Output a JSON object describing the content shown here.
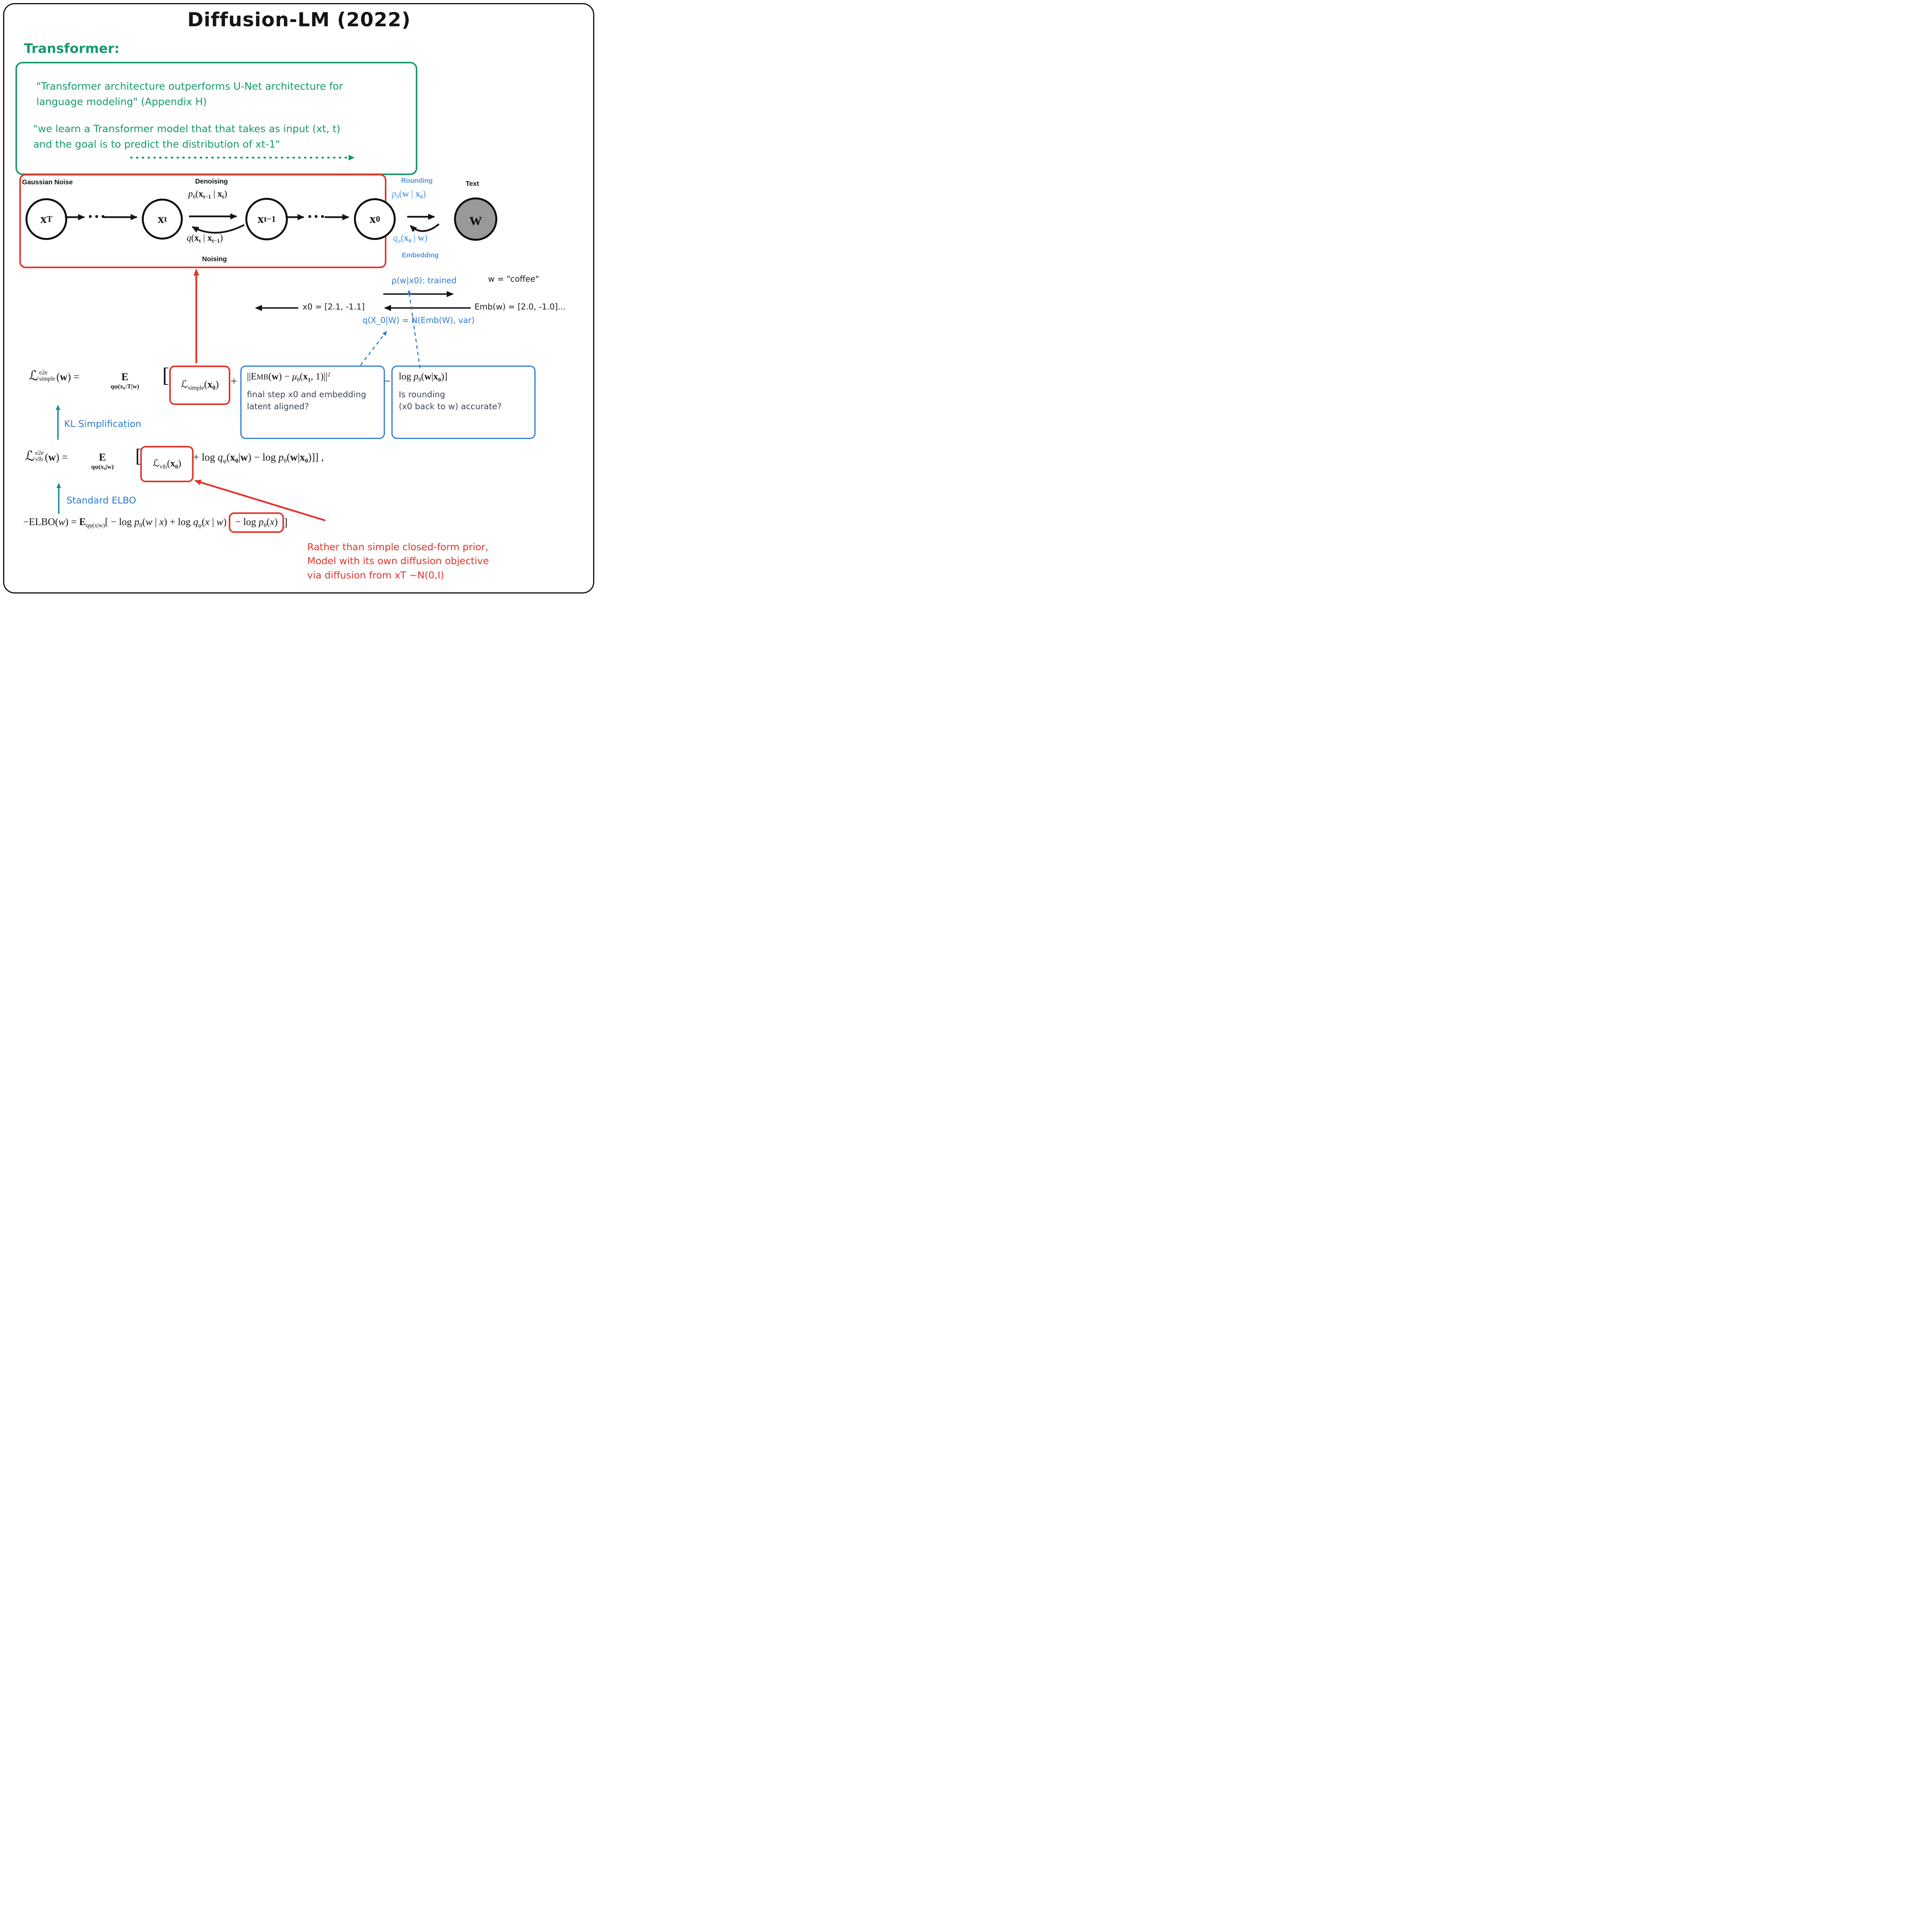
{
  "page": {
    "title": "Diffusion-LM (2022)"
  },
  "colors": {
    "green": "#169a6b",
    "figure_blue": "#4a99e9",
    "hand_blue": "#2b7bd3",
    "red": "#e23329",
    "teal": "#17899a",
    "note_slate": "#3a4350",
    "node_gray": "#999999"
  },
  "transformer": {
    "label": "Transformer:",
    "quote1": "\"Transformer architecture outperforms U-Net architecture for\nlanguage modeling\" (Appendix H)",
    "quote2": "\"we learn a Transformer model that that takes as input (xt, t)\nand the goal is to predict the distribution of xt-1\""
  },
  "diagram": {
    "gaussian_noise": "Gaussian Noise",
    "denoising": "Denoising",
    "noising": "Noising",
    "rounding": "Rounding",
    "embedding": "Embedding",
    "text_label": "Text",
    "dots": "•••",
    "nodes": [
      {
        "base": "x",
        "sub": "T"
      },
      {
        "base": "x",
        "sub": "t"
      },
      {
        "base": "x",
        "sub": "t−1"
      },
      {
        "base": "x",
        "sub": "0"
      },
      {
        "base": "w",
        "sub": ""
      }
    ],
    "p_denoise": [
      {
        "t": "p",
        "s": "i"
      },
      {
        "t": "θ",
        "s": "sub"
      },
      {
        "t": "("
      },
      {
        "t": "x",
        "s": "b"
      },
      {
        "t": "t−1",
        "s": "sub b"
      },
      {
        "t": " | "
      },
      {
        "t": "x",
        "s": "b"
      },
      {
        "t": "t",
        "s": "sub b"
      },
      {
        "t": ")"
      }
    ],
    "q_noise": [
      {
        "t": "q",
        "s": "i"
      },
      {
        "t": "("
      },
      {
        "t": "x",
        "s": "b"
      },
      {
        "t": "t",
        "s": "sub b"
      },
      {
        "t": " | "
      },
      {
        "t": "x",
        "s": "b"
      },
      {
        "t": "t−1",
        "s": "sub b"
      },
      {
        "t": ")"
      }
    ],
    "p_round": [
      {
        "t": "p",
        "s": "i"
      },
      {
        "t": "θ",
        "s": "sub"
      },
      {
        "t": "("
      },
      {
        "t": "w",
        "s": "b"
      },
      {
        "t": " | "
      },
      {
        "t": "x",
        "s": "b"
      },
      {
        "t": "0",
        "s": "sub b"
      },
      {
        "t": ")"
      }
    ],
    "q_embed": [
      {
        "t": "q",
        "s": "i"
      },
      {
        "t": "φ",
        "s": "sub"
      },
      {
        "t": "("
      },
      {
        "t": "x",
        "s": "b"
      },
      {
        "t": "0",
        "s": "sub b"
      },
      {
        "t": " | "
      },
      {
        "t": "w",
        "s": "b"
      },
      {
        "t": ")"
      }
    ]
  },
  "annotations": {
    "rho_trained": "ρ(w|x0): trained",
    "w_coffee": "w = \"coffee\"",
    "x0_value": "x0 = [2.1, -1.1]",
    "emb_value": "Emb(w) = [2.0, -1.0]...",
    "q_x0_w": "q(X_0|W) = N(Emb(W), var)",
    "kl_simplification": "KL Simplification",
    "standard_elbo": "Standard ELBO",
    "final_step_note": "final step x0 and embedding\nlatent aligned?",
    "is_rounding_note": "Is rounding\n(x0 back to w) accurate?",
    "prior_note": "Rather than simple closed-form prior,\nModel with its own diffusion objective\nvia diffusion from xT ~N(0,I)"
  },
  "equations": {
    "simple": {
      "head": [
        {
          "s": "lstack",
          "base": "ℒ",
          "sup": "e2e",
          "sub": "simple"
        },
        {
          "t": "("
        },
        {
          "t": "w",
          "s": "b"
        },
        {
          "t": ") ="
        }
      ],
      "expect": [
        {
          "s": "estack",
          "top": "E",
          "bot": "qφ(x₀:T|w)"
        }
      ],
      "bracket": "[",
      "red_term": [
        {
          "t": "ℒ"
        },
        {
          "t": "simple",
          "s": "sub"
        },
        {
          "t": "("
        },
        {
          "t": "x",
          "s": "b"
        },
        {
          "t": "0",
          "s": "sub b"
        },
        {
          "t": ")"
        }
      ],
      "plus": "+",
      "emb_term": [
        {
          "t": "||"
        },
        {
          "t": "E"
        },
        {
          "t": "MB",
          "s": "sc"
        },
        {
          "t": "("
        },
        {
          "t": "w",
          "s": "b"
        },
        {
          "t": ") − "
        },
        {
          "t": "μ",
          "s": "i"
        },
        {
          "t": "θ",
          "s": "sub"
        },
        {
          "t": "("
        },
        {
          "t": "x",
          "s": "b"
        },
        {
          "t": "1",
          "s": "sub b"
        },
        {
          "t": ", 1)||"
        },
        {
          "t": "2",
          "s": "sup"
        }
      ],
      "minus": "−",
      "round_term": [
        {
          "t": "log "
        },
        {
          "t": "p",
          "s": "i"
        },
        {
          "t": "θ",
          "s": "sub"
        },
        {
          "t": "("
        },
        {
          "t": "w",
          "s": "b"
        },
        {
          "t": "|"
        },
        {
          "t": "x",
          "s": "b"
        },
        {
          "t": "0",
          "s": "sub b"
        },
        {
          "t": ")]"
        }
      ]
    },
    "vlb": {
      "head": [
        {
          "s": "lstack",
          "base": "ℒ",
          "sup": "e2e",
          "sub": "vlb"
        },
        {
          "t": "("
        },
        {
          "t": "w",
          "s": "b"
        },
        {
          "t": ") ="
        }
      ],
      "expect": [
        {
          "s": "estack",
          "top": "E",
          "bot": "qφ(x₀|w)"
        }
      ],
      "bracket": "[",
      "red_term": [
        {
          "t": "ℒ"
        },
        {
          "t": "vlb",
          "s": "sub"
        },
        {
          "t": "("
        },
        {
          "t": "x",
          "s": "b"
        },
        {
          "t": "0",
          "s": "sub b"
        },
        {
          "t": ")"
        }
      ],
      "rest": [
        {
          "t": " + log "
        },
        {
          "t": "q",
          "s": "i"
        },
        {
          "t": "φ",
          "s": "sub"
        },
        {
          "t": "("
        },
        {
          "t": "x",
          "s": "b"
        },
        {
          "t": "0",
          "s": "sub b"
        },
        {
          "t": "|"
        },
        {
          "t": "w",
          "s": "b"
        },
        {
          "t": ") − log "
        },
        {
          "t": "p",
          "s": "i"
        },
        {
          "t": "θ",
          "s": "sub"
        },
        {
          "t": "("
        },
        {
          "t": "w",
          "s": "b"
        },
        {
          "t": "|"
        },
        {
          "t": "x",
          "s": "b"
        },
        {
          "t": "0",
          "s": "sub b"
        },
        {
          "t": ")]] ,"
        }
      ]
    },
    "elbo": {
      "head": [
        {
          "t": "−ELBO("
        },
        {
          "t": "w",
          "s": "i"
        },
        {
          "t": ") = "
        },
        {
          "t": "E",
          "s": "b"
        },
        {
          "t": "qφ(x|w)",
          "s": "sub"
        },
        {
          "t": "["
        },
        {
          "t": " − log "
        },
        {
          "t": "p",
          "s": "i"
        },
        {
          "t": "θ",
          "s": "sub"
        },
        {
          "t": "("
        },
        {
          "t": "w",
          "s": "i"
        },
        {
          "t": " | "
        },
        {
          "t": "x",
          "s": "i"
        },
        {
          "t": ") + log "
        },
        {
          "t": "q",
          "s": "i"
        },
        {
          "t": "φ",
          "s": "sub"
        },
        {
          "t": "("
        },
        {
          "t": "x",
          "s": "i"
        },
        {
          "t": " | "
        },
        {
          "t": "w",
          "s": "i"
        },
        {
          "t": ")"
        }
      ],
      "red_term": [
        {
          "t": "− log "
        },
        {
          "t": "p",
          "s": "i"
        },
        {
          "t": "θ",
          "s": "sub"
        },
        {
          "t": "("
        },
        {
          "t": "x",
          "s": "i"
        },
        {
          "t": ")"
        }
      ],
      "tail": "]"
    }
  }
}
